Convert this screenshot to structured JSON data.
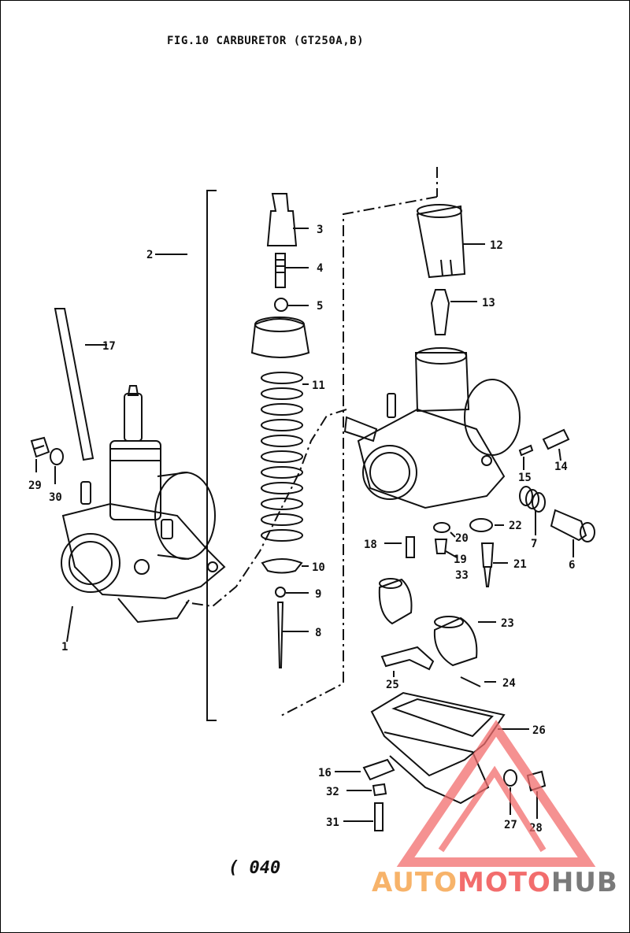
{
  "title": "FIG.10  CARBURETOR (GT250A,B)",
  "page_number": "( 040",
  "watermark": {
    "part1": "AUTO",
    "part2": "MOTO",
    "part3": "HUB",
    "colors": {
      "part1": "#f7b36a",
      "part2": "#f26d6d",
      "part3": "#7a7a7a"
    }
  },
  "callouts": [
    "1",
    "2",
    "3",
    "4",
    "5",
    "6",
    "7",
    "8",
    "9",
    "10",
    "11",
    "12",
    "13",
    "14",
    "15",
    "16",
    "17",
    "18",
    "19",
    "20",
    "21",
    "22",
    "23",
    "24",
    "25",
    "26",
    "27",
    "28",
    "29",
    "30",
    "31",
    "32",
    "33"
  ]
}
